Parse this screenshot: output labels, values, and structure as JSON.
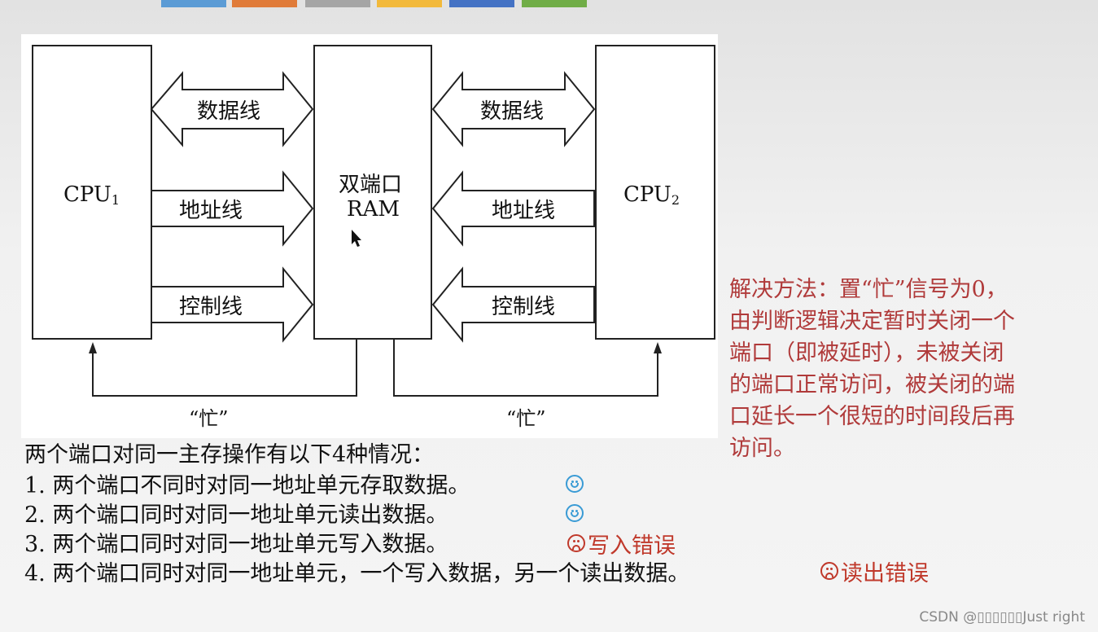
{
  "diagram": {
    "cpu1": {
      "name": "CPU",
      "sub": "1"
    },
    "cpu2": {
      "name": "CPU",
      "sub": "2"
    },
    "ram": {
      "line1": "双端口",
      "line2": "RAM"
    },
    "buses": {
      "data": "数据线",
      "address": "地址线",
      "control": "控制线"
    },
    "busy": "“忙”"
  },
  "solution": {
    "lines": [
      "解决方法：置“忙”信号为0，",
      "由判断逻辑决定暂时关闭一个",
      "端口（即被延时），未被关闭",
      "的端口正常访问，被关闭的端",
      "口延长一个很短的时间段后再",
      "访问。"
    ]
  },
  "cases": {
    "heading": "两个端口对同一主存操作有以下4种情况：",
    "items": [
      {
        "text": "1. 两个端口不同时对同一地址单元存取数据。",
        "status": "ok",
        "note": ""
      },
      {
        "text": "2. 两个端口同时对同一地址单元读出数据。",
        "status": "ok",
        "note": ""
      },
      {
        "text": "3. 两个端口同时对同一地址单元写入数据。",
        "status": "error",
        "note": "写入错误"
      },
      {
        "text": "4. 两个端口同时对同一地址单元，一个写入数据，另一个读出数据。",
        "status": "error",
        "note": "读出错误"
      }
    ]
  },
  "watermark": "CSDN @▯▯▯▯▯▯Just right",
  "colors": {
    "solution_text": "#b03a3a",
    "ok_icon": "#3a9bd5",
    "error": "#c0392b",
    "top_strip": [
      "#5b9bd5",
      "#e07b39",
      "#a5a5a5",
      "#f2b93b",
      "#4472c4",
      "#70ad47"
    ]
  }
}
